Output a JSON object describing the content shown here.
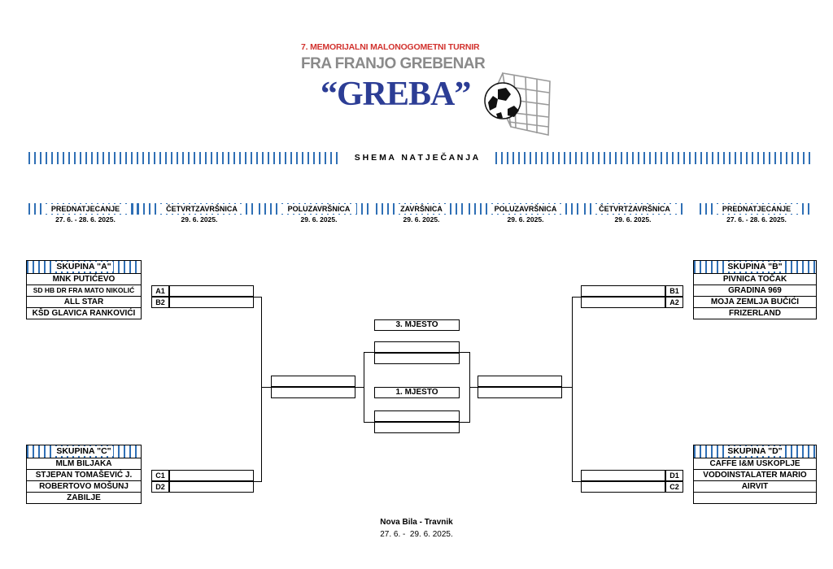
{
  "logo": {
    "edition": "7. MEMORIJALNI MALONOGOMETNI TURNIR",
    "name": "FRA FRANJO GREBENAR",
    "nickname": "“GREBA”",
    "colors": {
      "red": "#d2332f",
      "gray": "#8a8a8a",
      "blue": "#2c3d95"
    }
  },
  "title": "S H E M A   N A T J E Č A N J A",
  "rounds": [
    {
      "label": "PREDNATJECANJE",
      "date": "27. 6. - 28. 6. 2025."
    },
    {
      "label": "ČETVRTZAVRŠNICA",
      "date": "29. 6. 2025."
    },
    {
      "label": "POLUZAVRŠNICA",
      "date": "29. 6. 2025."
    },
    {
      "label": "ZAVRŠNICA",
      "date": "29. 6. 2025."
    },
    {
      "label": "POLUZAVRŠNICA",
      "date": "29. 6. 2025."
    },
    {
      "label": "ČETVRTZAVRŠNICA",
      "date": "29. 6. 2025."
    },
    {
      "label": "PREDNATJECANJE",
      "date": "27. 6. - 28. 6. 2025."
    }
  ],
  "groups": {
    "A": {
      "label": "SKUPINA \"A\"",
      "teams": [
        "MNK PUTIĆEVO",
        "SD HB DR FRA MATO NIKOLIĆ",
        "ALL STAR",
        "KŠD GLAVICA RANKOVIĆI"
      ]
    },
    "B": {
      "label": "SKUPINA \"B\"",
      "teams": [
        "PIVNICA TOČAK",
        "GRADINA 969",
        "MOJA ZEMLJA BUČIĆI",
        "FRIZERLAND"
      ]
    },
    "C": {
      "label": "SKUPINA \"C\"",
      "teams": [
        "MLM BILJAKA",
        "STJEPAN TOMAŠEVIĆ J.",
        "ROBERTOVO MOŠUNJ",
        "ZABILJE"
      ]
    },
    "D": {
      "label": "SKUPINA \"D\"",
      "teams": [
        "CAFFE I&M USKOPLJE",
        "VODOINSTALATER MARIO",
        "AIRVIT",
        ""
      ]
    }
  },
  "seeds": {
    "a1": "A1",
    "b2": "B2",
    "c1": "C1",
    "d2": "D2",
    "b1": "B1",
    "a2": "A2",
    "d1": "D1",
    "c2": "C2"
  },
  "places": {
    "third": "3. MJESTO",
    "first": "1. MJESTO"
  },
  "footer": {
    "location": "Nova Bila - Travnik",
    "dates": "27. 6. -  29. 6. 2025."
  },
  "accent": "#2f6fb5"
}
